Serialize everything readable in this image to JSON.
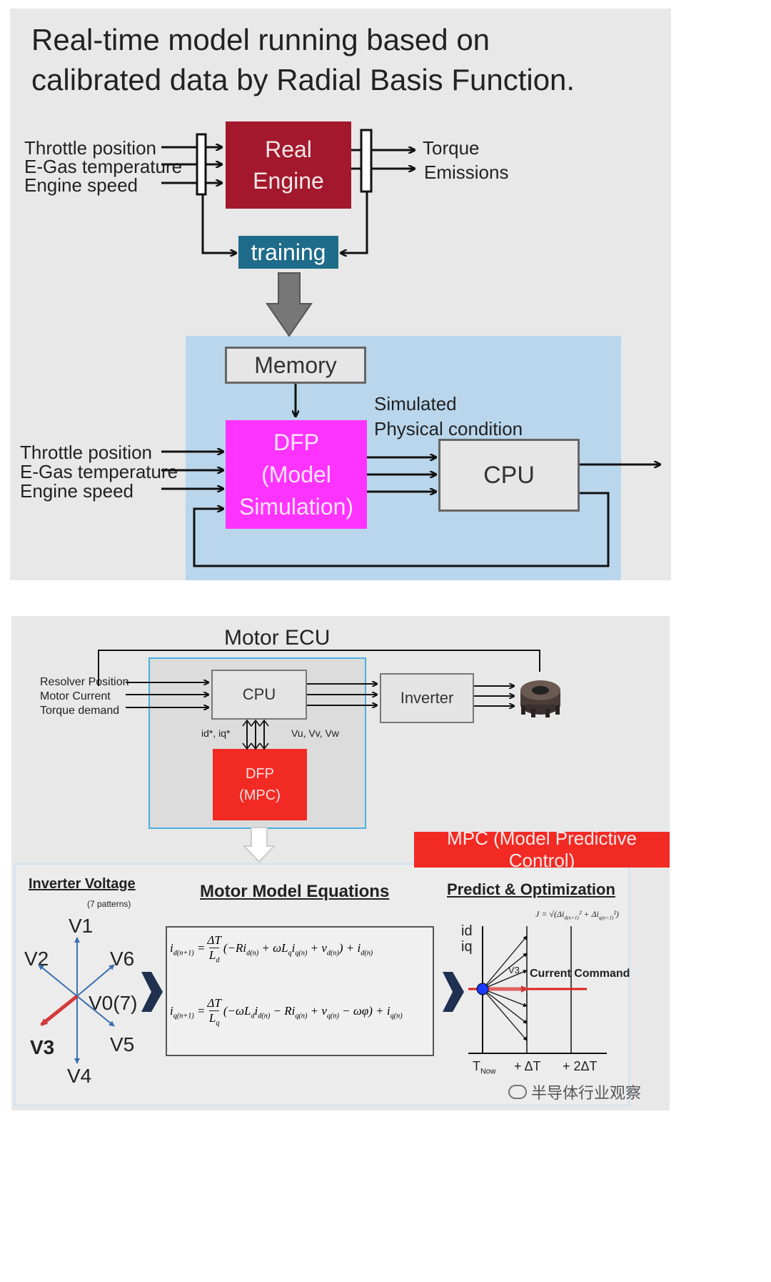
{
  "top_panel": {
    "title": "Real-time model running based on calibrated data by Radial Basis Function.",
    "inputs_top": [
      "Throttle position",
      "E-Gas temperature",
      "Engine speed"
    ],
    "real_engine": "Real\nEngine",
    "outputs": [
      "Torque",
      "Emissions"
    ],
    "training": "training",
    "memory": "Memory",
    "simulated": "Simulated\nPhysical condition",
    "inputs_bottom": [
      "Throttle position",
      "E-Gas temperature",
      "Engine speed"
    ],
    "dfp": "DFP\n(Model\nSimulation)",
    "cpu": "CPU"
  },
  "bottom_panel": {
    "motor_ecu": "Motor ECU",
    "inputs": [
      "Resolver Position",
      "Motor Current",
      "Torque demand"
    ],
    "cpu": "CPU",
    "inverter": "Inverter",
    "id_iq": "id*, iq*",
    "vu_vv_vw": "Vu, Vv, Vw",
    "dfp": "DFP\n(MPC)",
    "mpc_banner": "MPC (Model Predictive Control)",
    "inverter_voltage": "Inverter Voltage",
    "patterns": "(7 patterns)",
    "vectors": [
      "V1",
      "V2",
      "V6",
      "V0(7)",
      "V3",
      "V5",
      "V4"
    ],
    "motor_model_equations": "Motor Model Equations",
    "predict_optimization": "Predict & Optimization",
    "axis_id": "id",
    "axis_iq": "iq",
    "v3_small": "V3",
    "current_command": "Current Command",
    "t_now": "T",
    "t_now_sub": "Now",
    "dt1": "+ ΔT",
    "dt2": "+ 2ΔT",
    "watermark": "半导体行业观察"
  },
  "colors": {
    "real_engine": "#a3182c",
    "training": "#1f6b8a",
    "dfp_top": "#ff33ff",
    "dfp_bottom": "#f22a24",
    "mpc_banner": "#f22a24",
    "blue_region": "#b9d6ec",
    "gray_arrow": "#777777"
  }
}
